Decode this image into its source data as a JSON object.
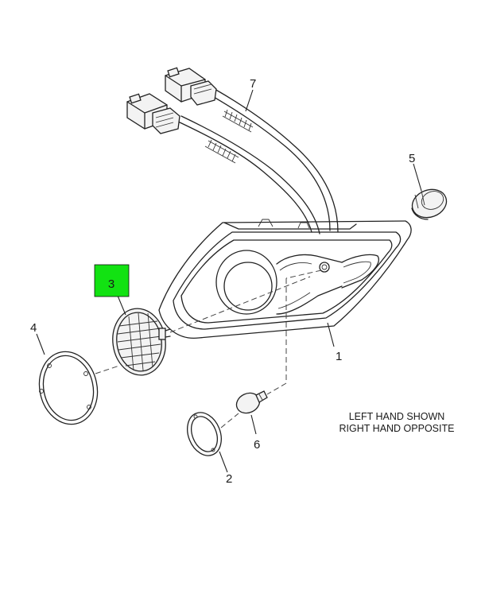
{
  "callouts": [
    {
      "id": "1",
      "label": "1"
    },
    {
      "id": "2",
      "label": "2"
    },
    {
      "id": "3",
      "label": "3"
    },
    {
      "id": "4",
      "label": "4"
    },
    {
      "id": "5",
      "label": "5"
    },
    {
      "id": "6",
      "label": "6"
    },
    {
      "id": "7",
      "label": "7"
    }
  ],
  "note": {
    "line1": "LEFT HAND SHOWN",
    "line2": "RIGHT HAND OPPOSITE"
  },
  "colors": {
    "highlight": "#12e212",
    "line": "#222222",
    "background": "#ffffff"
  }
}
